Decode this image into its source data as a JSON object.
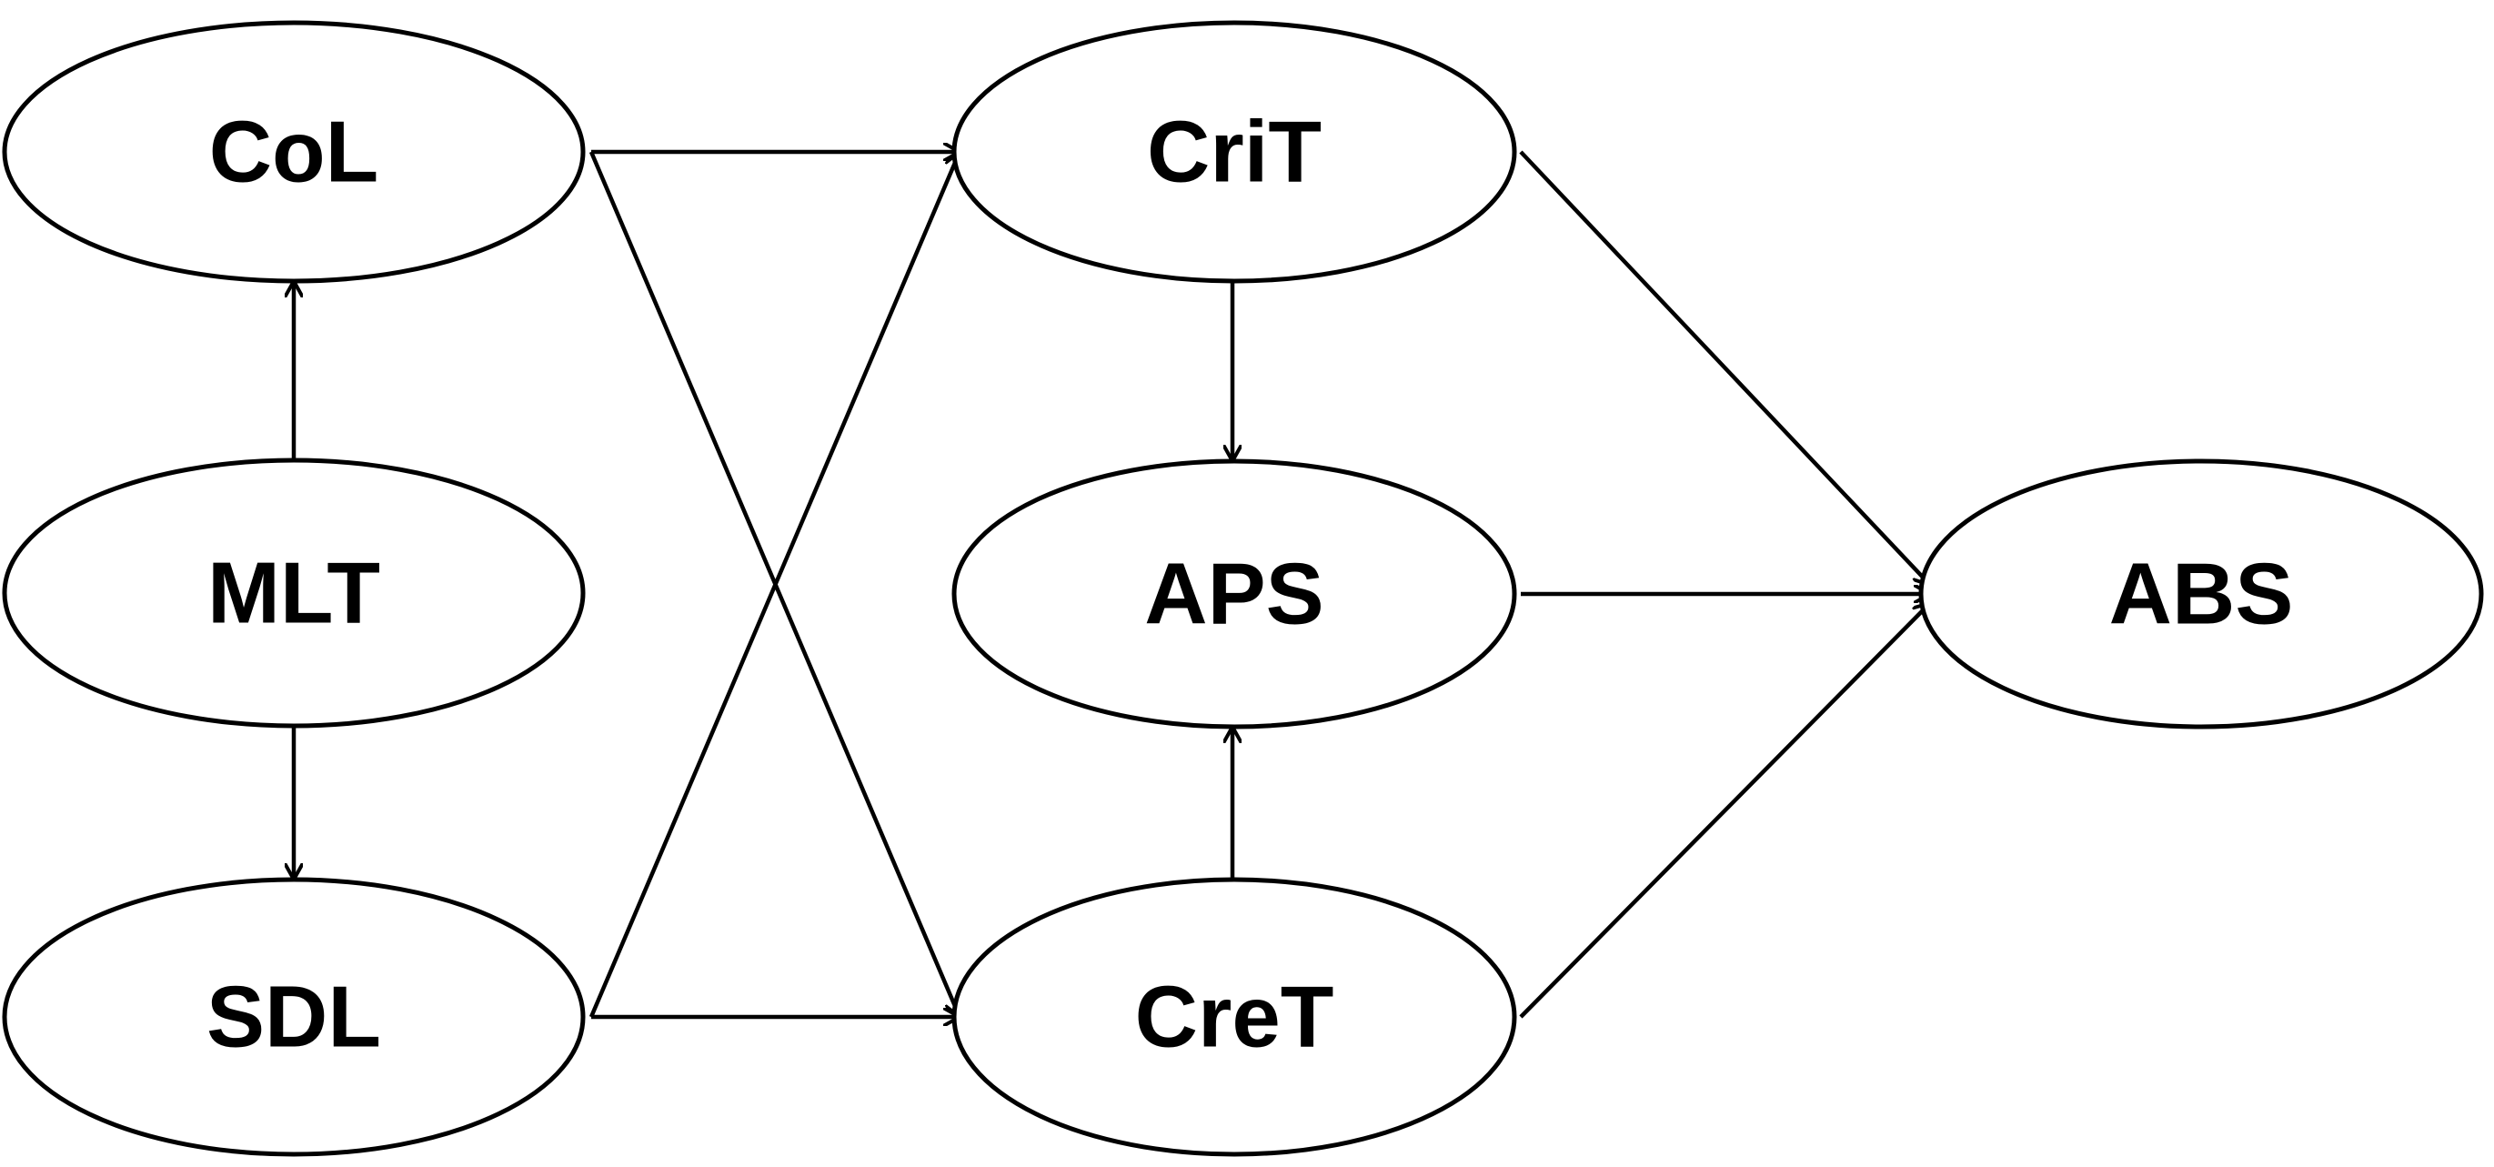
{
  "diagram": {
    "nodes": [
      {
        "id": "col",
        "label": "CoL"
      },
      {
        "id": "mlt",
        "label": "MLT"
      },
      {
        "id": "sdl",
        "label": "SDL"
      },
      {
        "id": "crit",
        "label": "CriT"
      },
      {
        "id": "aps",
        "label": "APS"
      },
      {
        "id": "cret",
        "label": "CreT"
      },
      {
        "id": "abs",
        "label": "ABS"
      }
    ],
    "edges": [
      {
        "from": "mlt",
        "to": "col"
      },
      {
        "from": "mlt",
        "to": "sdl"
      },
      {
        "from": "col",
        "to": "crit"
      },
      {
        "from": "col",
        "to": "cret"
      },
      {
        "from": "sdl",
        "to": "crit"
      },
      {
        "from": "sdl",
        "to": "cret"
      },
      {
        "from": "crit",
        "to": "aps"
      },
      {
        "from": "cret",
        "to": "aps"
      },
      {
        "from": "crit",
        "to": "abs"
      },
      {
        "from": "aps",
        "to": "abs"
      },
      {
        "from": "cret",
        "to": "abs"
      }
    ]
  }
}
